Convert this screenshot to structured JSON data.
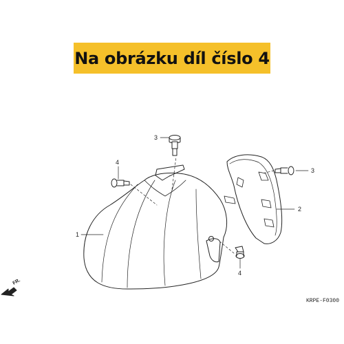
{
  "banner": {
    "text": "Na obrázku díl číslo 4",
    "background": "#f5c02a"
  },
  "callouts": {
    "fender": "1",
    "inner_cover": "2",
    "screw_top": "3",
    "screw_right": "3",
    "bolt_left": "4",
    "bolt_bottom": "4"
  },
  "direction_label": "FR.",
  "reference_code": "KRPE-F0300"
}
